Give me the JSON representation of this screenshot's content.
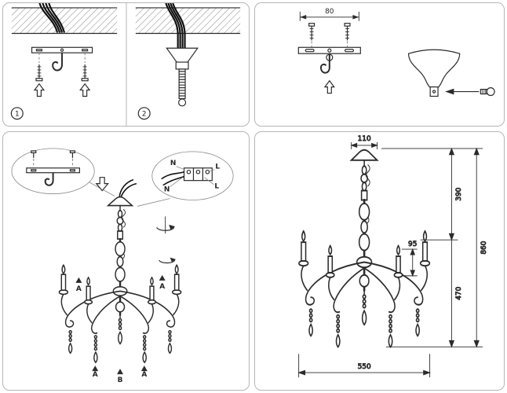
{
  "colors": {
    "line": "#2b2b2b",
    "panel_border": "#b6b6b6",
    "background": "#ffffff"
  },
  "steps": {
    "one": "1",
    "two": "2"
  },
  "bracket_panel": {
    "plate_width": "80"
  },
  "assembly_panel": {
    "terminal_labels": {
      "n1": "N",
      "l1": "L",
      "n2": "N",
      "l2": "L"
    },
    "part_marks": {
      "candle_left": "A",
      "candle_right": "A",
      "pendant_left": "A",
      "pendant_center": "B",
      "pendant_right": "A"
    }
  },
  "dimension_panel": {
    "canopy_width": "110",
    "upper_height": "390",
    "total_height": "860",
    "candle_height": "95",
    "lower_height": "470",
    "spread_width": "550"
  }
}
